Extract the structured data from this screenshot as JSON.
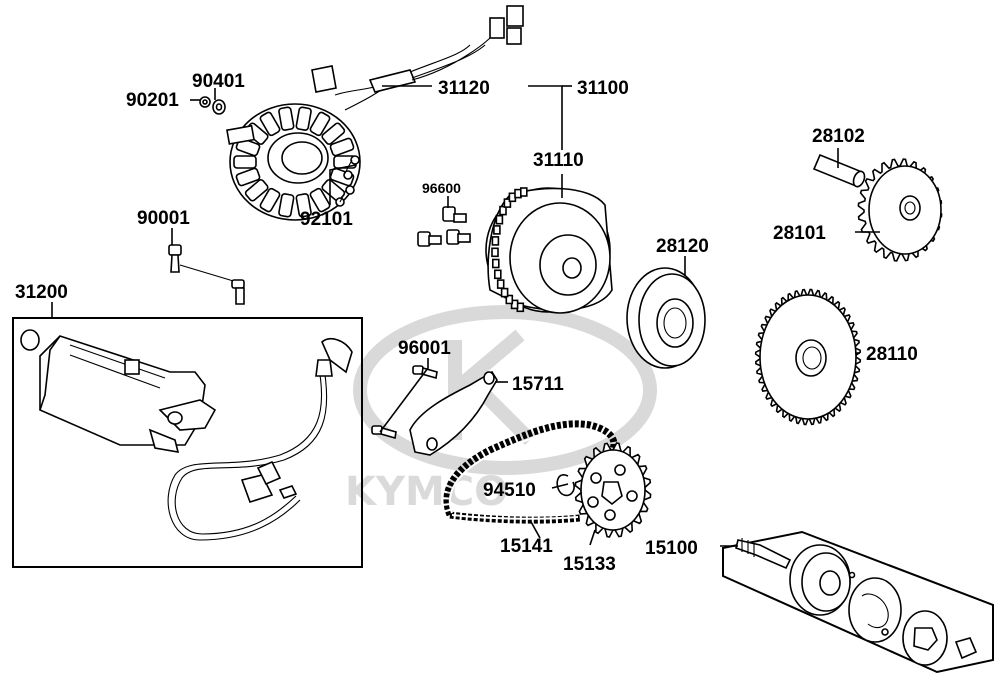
{
  "watermark": {
    "text": "KYMCO"
  },
  "parts": {
    "p90201": "90201",
    "p90401": "90401",
    "p31120": "31120",
    "p31100": "31100",
    "p31110": "31110",
    "p96600": "96600",
    "p92101": "92101",
    "p90001": "90001",
    "p31200": "31200",
    "p28102": "28102",
    "p28101": "28101",
    "p28120": "28120",
    "p28110": "28110",
    "p96001": "96001",
    "p15711": "15711",
    "p94510": "94510",
    "p15141": "15141",
    "p15133": "15133",
    "p15100": "15100"
  }
}
